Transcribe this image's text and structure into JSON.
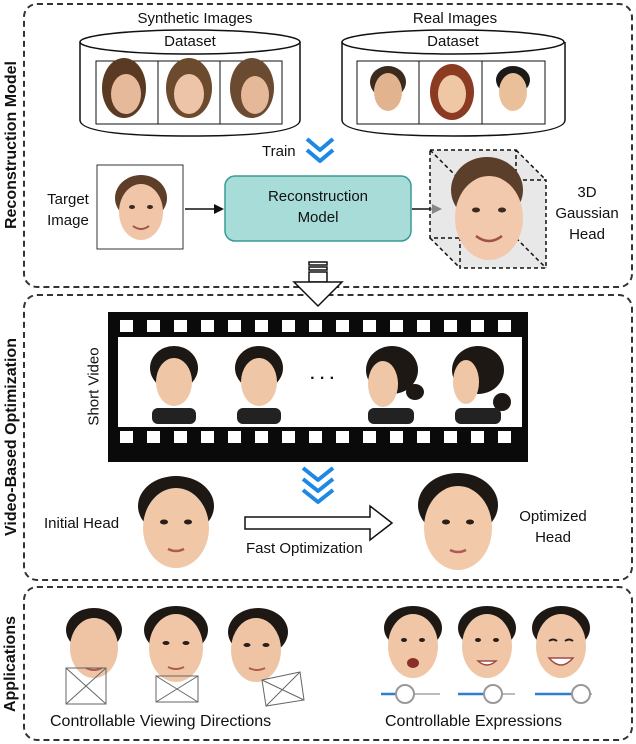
{
  "sections": {
    "reconstruction": "Reconstruction Model",
    "video": "Video-Based Optimization",
    "applications": "Applications"
  },
  "datasets": {
    "synthetic_title": "Synthetic Images",
    "real_title": "Real Images",
    "label": "Dataset"
  },
  "recon": {
    "train": "Train",
    "target_line1": "Target",
    "target_line2": "Image",
    "model_line1": "Reconstruction",
    "model_line2": "Model",
    "out_line1": "3D",
    "out_line2": "Gaussian",
    "out_line3": "Head"
  },
  "video": {
    "short_video": "Short Video",
    "ellipsis": "· · ·",
    "initial_head": "Initial Head",
    "fast_opt": "Fast Optimization",
    "optimized_line1": "Optimized",
    "optimized_line2": "Head"
  },
  "apps": {
    "viewing": "Controllable Viewing Directions",
    "expressions": "Controllable Expressions"
  },
  "colors": {
    "accent_blue": "#1e88e5",
    "model_box_fill": "#a8dcd9",
    "model_box_stroke": "#3a9a96",
    "slider_blue": "#2f7fd0"
  }
}
